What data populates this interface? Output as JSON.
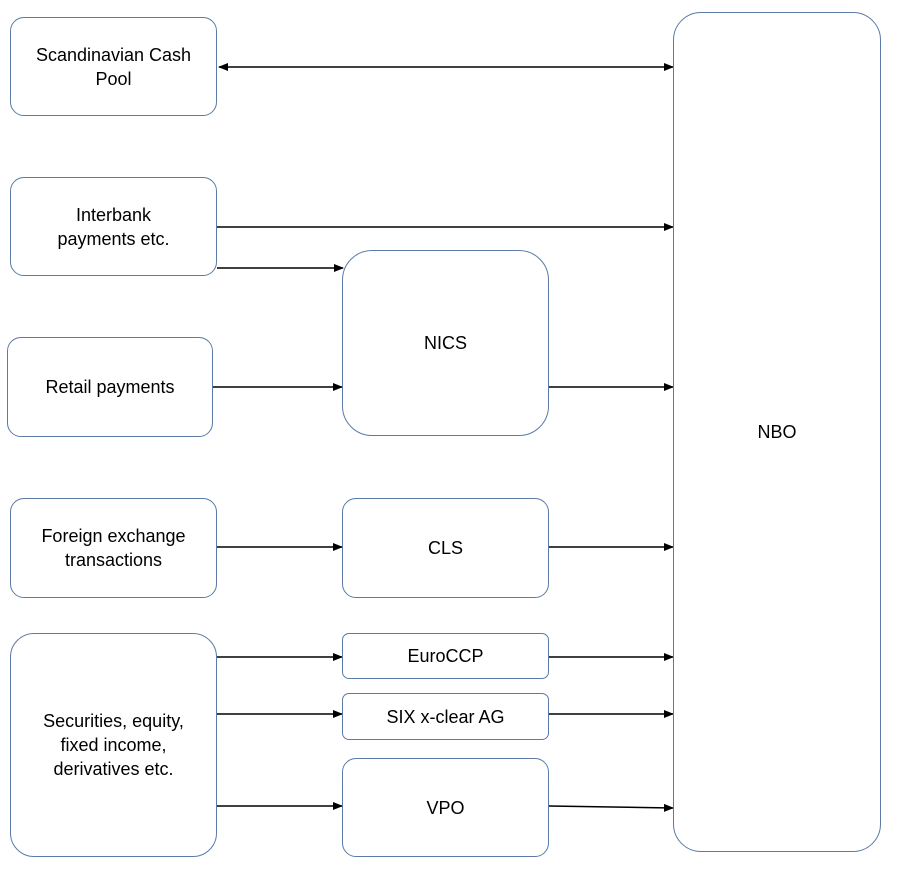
{
  "diagram": {
    "boxes": {
      "cash_pool": "Scandinavian Cash\nPool",
      "interbank": "Interbank\npayments etc.",
      "retail": "Retail payments",
      "fx": "Foreign exchange\ntransactions",
      "securities": "Securities, equity,\nfixed income,\nderivatives etc.",
      "nics": "NICS",
      "cls": "CLS",
      "euroccp": "EuroCCP",
      "six": "SIX x-clear AG",
      "vpo": "VPO",
      "nbo": "NBO"
    },
    "colors": {
      "border": "#5b7aa6",
      "arrow": "#000000"
    }
  }
}
